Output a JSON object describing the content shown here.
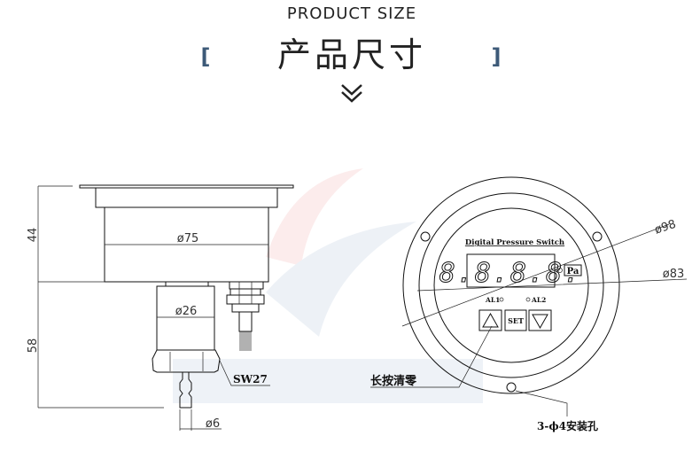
{
  "header": {
    "title_en": "PRODUCT SIZE",
    "title_cn": "产品尺寸",
    "bracket_left": "[",
    "bracket_right": "]",
    "accent_color": "#3d5a78"
  },
  "side_view": {
    "height_upper": "44",
    "height_lower": "58",
    "body_diameter": "ø75",
    "stem_diameter": "ø26",
    "barb_diameter": "ø6",
    "hex_size": "SW27"
  },
  "front_view": {
    "panel_title": "Digital Pressure Switch",
    "display": "8.8.8.8.",
    "unit": "Pa",
    "alarm1": "AL1",
    "alarm2": "AL2",
    "set_button": "SET",
    "outer_diameter": "ø98",
    "inner_diameter": "ø83",
    "zero_note": "长按清零",
    "mounting_holes": "3-ϕ4安装孔"
  }
}
